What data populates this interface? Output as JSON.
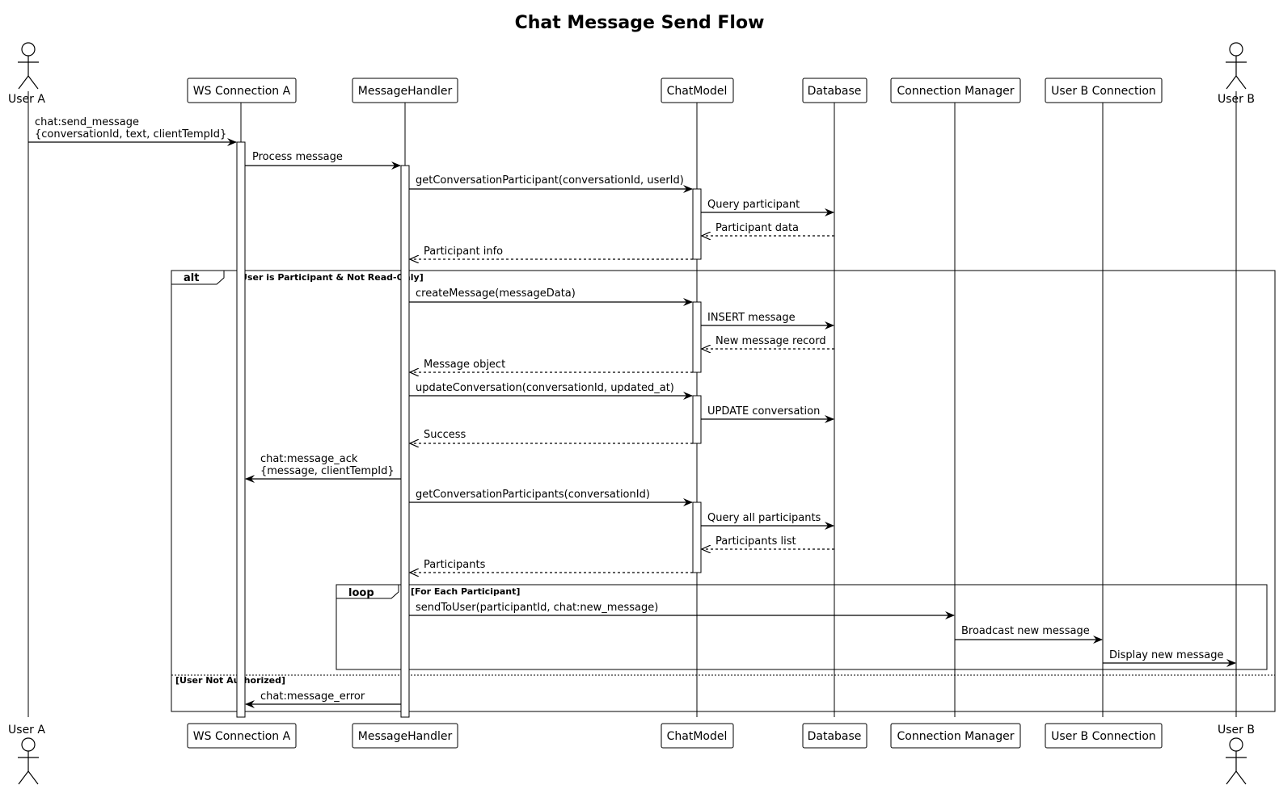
{
  "title": "Chat Message Send Flow",
  "participants": [
    {
      "id": "userA",
      "label": "User A",
      "kind": "actor"
    },
    {
      "id": "wsA",
      "label": "WS Connection A",
      "kind": "box"
    },
    {
      "id": "handler",
      "label": "MessageHandler",
      "kind": "box"
    },
    {
      "id": "model",
      "label": "ChatModel",
      "kind": "box"
    },
    {
      "id": "db",
      "label": "Database",
      "kind": "box"
    },
    {
      "id": "connmgr",
      "label": "Connection Manager",
      "kind": "box"
    },
    {
      "id": "userBConn",
      "label": "User B Connection",
      "kind": "box"
    },
    {
      "id": "userB",
      "label": "User B",
      "kind": "actor"
    }
  ],
  "messages": [
    {
      "from": "userA",
      "to": "wsA",
      "lines": [
        "chat:send_message",
        "{conversationId, text, clientTempId}"
      ],
      "style": "solid"
    },
    {
      "from": "wsA",
      "to": "handler",
      "lines": [
        "Process message"
      ],
      "style": "solid"
    },
    {
      "from": "handler",
      "to": "model",
      "lines": [
        "getConversationParticipant(conversationId, userId)"
      ],
      "style": "solid"
    },
    {
      "from": "model",
      "to": "db",
      "lines": [
        "Query participant"
      ],
      "style": "solid"
    },
    {
      "from": "db",
      "to": "model",
      "lines": [
        "Participant data"
      ],
      "style": "dashed"
    },
    {
      "from": "model",
      "to": "handler",
      "lines": [
        "Participant info"
      ],
      "style": "dashed"
    },
    {
      "from": "handler",
      "to": "model",
      "lines": [
        "createMessage(messageData)"
      ],
      "style": "solid"
    },
    {
      "from": "model",
      "to": "db",
      "lines": [
        "INSERT message"
      ],
      "style": "solid"
    },
    {
      "from": "db",
      "to": "model",
      "lines": [
        "New message record"
      ],
      "style": "dashed"
    },
    {
      "from": "model",
      "to": "handler",
      "lines": [
        "Message object"
      ],
      "style": "dashed"
    },
    {
      "from": "handler",
      "to": "model",
      "lines": [
        "updateConversation(conversationId, updated_at)"
      ],
      "style": "solid"
    },
    {
      "from": "model",
      "to": "db",
      "lines": [
        "UPDATE conversation"
      ],
      "style": "solid"
    },
    {
      "from": "model",
      "to": "handler",
      "lines": [
        "Success"
      ],
      "style": "dashed"
    },
    {
      "from": "handler",
      "to": "wsA",
      "lines": [
        "chat:message_ack",
        "{message, clientTempId}"
      ],
      "style": "solid"
    },
    {
      "from": "handler",
      "to": "model",
      "lines": [
        "getConversationParticipants(conversationId)"
      ],
      "style": "solid"
    },
    {
      "from": "model",
      "to": "db",
      "lines": [
        "Query all participants"
      ],
      "style": "solid"
    },
    {
      "from": "db",
      "to": "model",
      "lines": [
        "Participants list"
      ],
      "style": "dashed"
    },
    {
      "from": "model",
      "to": "handler",
      "lines": [
        "Participants"
      ],
      "style": "dashed"
    },
    {
      "from": "handler",
      "to": "connmgr",
      "lines": [
        "sendToUser(participantId, chat:new_message)"
      ],
      "style": "solid"
    },
    {
      "from": "connmgr",
      "to": "userBConn",
      "lines": [
        "Broadcast new message"
      ],
      "style": "solid"
    },
    {
      "from": "userBConn",
      "to": "userB",
      "lines": [
        "Display new message"
      ],
      "style": "solid"
    },
    {
      "from": "handler",
      "to": "wsA",
      "lines": [
        "chat:message_error"
      ],
      "style": "solid"
    }
  ],
  "fragments": {
    "alt": {
      "keyword": "alt",
      "guard": "[User is Participant & Not Read-Only]",
      "else_guard": "[User Not Authorized]"
    },
    "loop": {
      "keyword": "loop",
      "guard": "[For Each Participant]"
    }
  }
}
